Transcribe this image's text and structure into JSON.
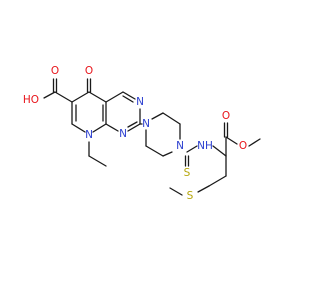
{
  "colors": {
    "bond": "#1a1a1a",
    "oxygen": "#e8141a",
    "nitrogen": "#2b3fcf",
    "sulfur": "#b5a50a",
    "background": "#ffffff"
  },
  "atom_labels": {
    "hydroxyl": "HO",
    "acid_carbonyl_o": "O",
    "ketone_o": "O",
    "n8": "N",
    "n3": "N",
    "n1": "N",
    "pip_n_left": "N",
    "pip_n_right": "N",
    "nh": "NH",
    "thio_s": "S",
    "ester_carbonyl_o": "O",
    "ester_o": "O",
    "thioether_s": "S"
  }
}
